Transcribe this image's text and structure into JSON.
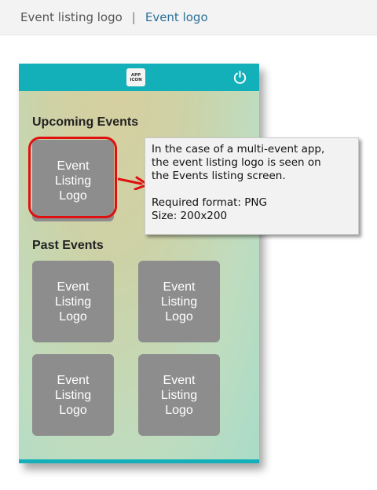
{
  "breadcrumb": {
    "parent": "Event listing logo",
    "separator": "|",
    "current": "Event logo"
  },
  "phone": {
    "app_icon_line1": "APP",
    "app_icon_line2": "ICON",
    "upcoming_title": "Upcoming Events",
    "past_title": "Past Events",
    "tile_line1": "Event",
    "tile_line2": "Listing",
    "tile_line3": "Logo"
  },
  "callout": {
    "line1": "In the case of a multi-event  app,",
    "line2": "the event  listing  logo is seen on",
    "line3": "the Events listing screen.",
    "format": "Required format: PNG",
    "size": "Size: 200x200"
  },
  "colors": {
    "header": "#13b0b9",
    "tile": "#8d8d8d",
    "highlight": "#e01010"
  }
}
